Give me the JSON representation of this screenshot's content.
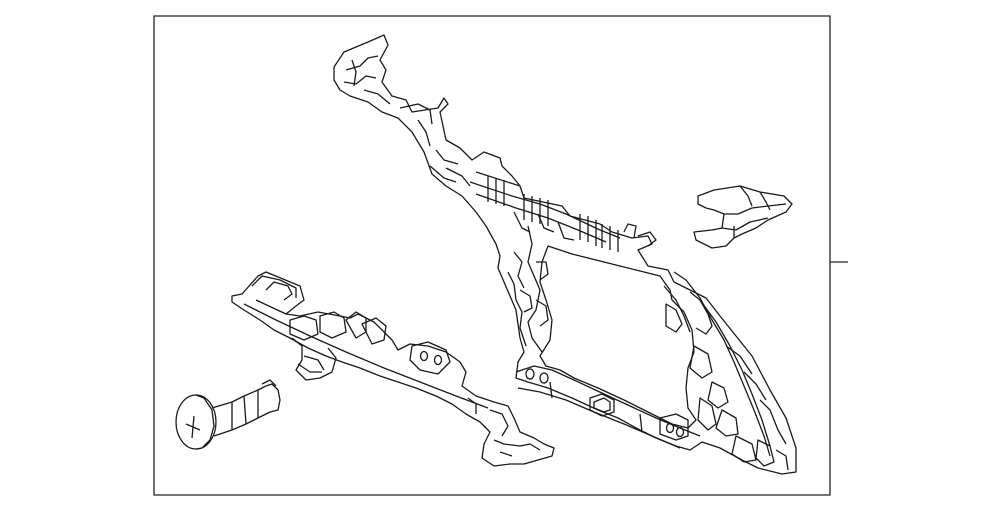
{
  "diagram": {
    "parts": [
      {
        "name": "panel-assembly"
      },
      {
        "name": "bracket-clip"
      },
      {
        "name": "support-rail"
      },
      {
        "name": "push-fastener"
      }
    ],
    "callout_lines": 1,
    "stroke_color": "#1a1a1a",
    "frame_color": "#222222",
    "background_color": "#ffffff"
  }
}
